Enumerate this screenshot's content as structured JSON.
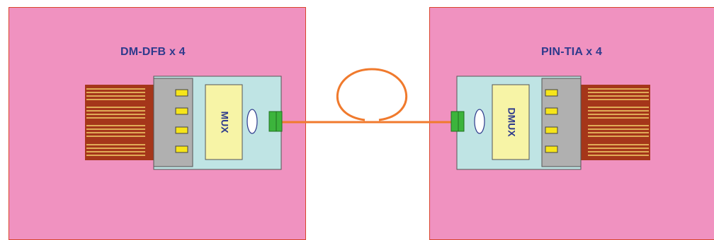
{
  "transmitter": {
    "label": "DM-DFB x 4",
    "mux_label": "MUX"
  },
  "receiver": {
    "label": "PIN-TIA x 4",
    "demux_label": "DMUX"
  },
  "colors": {
    "panel": "#f092c0",
    "panel_border": "#d9452d",
    "module_body": "#bfe4e4",
    "lens_block": "#f7f4a6",
    "electrode_housing": "#b0b0b0",
    "pad": "#f6e51a",
    "pins": "#a5361a",
    "pin_stripe": "#f4d26a",
    "connector": "#3cb43c",
    "fiber": "#f07a2d",
    "text": "#2e3a8c"
  },
  "icons": [
    "fiber-coil",
    "fiber-connector",
    "lens"
  ]
}
